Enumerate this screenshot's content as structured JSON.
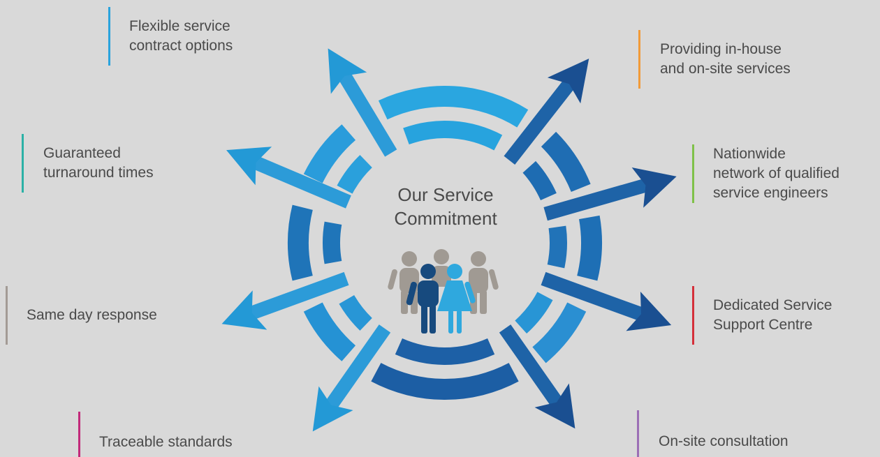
{
  "center": {
    "title": "Our Service\nCommitment"
  },
  "colors": {
    "background": "#d9d9d9",
    "arrow_light": "#29abe2",
    "arrow_dark": "#1b4f91",
    "people_grey": "#a09a93",
    "people_navy": "#174a7e",
    "people_cyan": "#2fa8de",
    "text": "#4a4a4a"
  },
  "callouts": [
    {
      "id": "flexible",
      "text": "Flexible service\ncontract options",
      "color": "#29a3dd"
    },
    {
      "id": "inhouse",
      "text": "Providing in-house\nand on-site services",
      "color": "#f29b38"
    },
    {
      "id": "turnaround",
      "text": "Guaranteed\nturnaround times",
      "color": "#2bb1a6"
    },
    {
      "id": "nationwide",
      "text": "Nationwide\nnetwork of qualified\nservice engineers",
      "color": "#7fc149"
    },
    {
      "id": "sameday",
      "text": "Same day response",
      "color": "#a39b95"
    },
    {
      "id": "support",
      "text": "Dedicated Service\nSupport Centre",
      "color": "#d42f3a"
    },
    {
      "id": "traceable",
      "text": "Traceable standards",
      "color": "#c2297a"
    },
    {
      "id": "consultation",
      "text": "On-site consultation",
      "color": "#9b6fb6"
    }
  ],
  "icons": {
    "arrows": "arrow-icon",
    "people": "people-group-icon"
  }
}
